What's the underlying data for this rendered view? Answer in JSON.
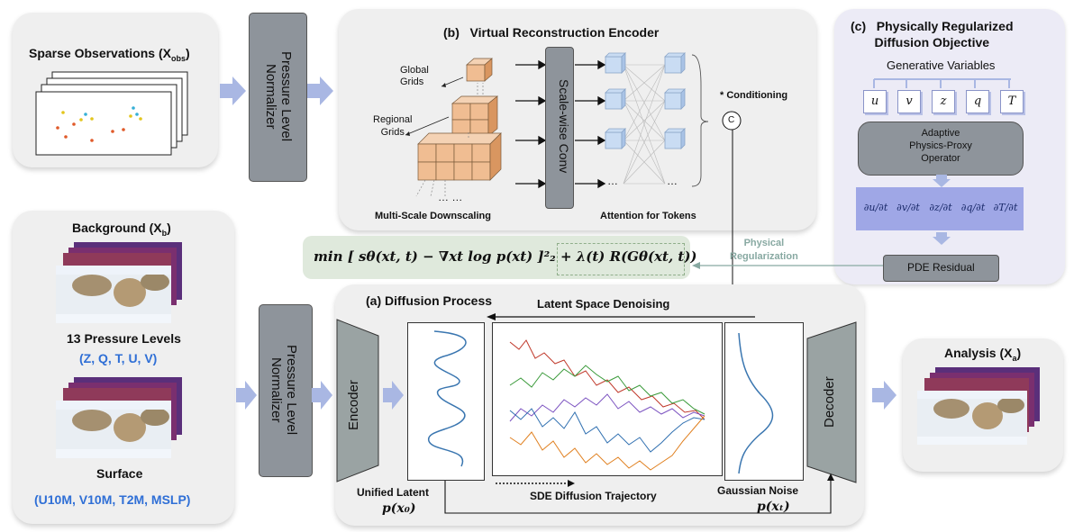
{
  "sparse": {
    "title": "Sparse Observations (X",
    "sub": "obs",
    "close": ")"
  },
  "normalizer": {
    "label": "Pressure Level Normalizer"
  },
  "background": {
    "title": "Background (X",
    "sub": "b",
    "close": ")",
    "levels": "13 Pressure Levels",
    "level_vars": "(Z, Q, T, U, V)",
    "surface": "Surface",
    "surface_vars": "(U10M, V10M, T2M, MSLP)"
  },
  "encoder_b": {
    "title": "(b)   Virtual Reconstruction Encoder",
    "global": "Global\nGrids",
    "regional": "Regional\nGrids",
    "dots": "… …",
    "downscale": "Multi-Scale Downscaling",
    "conv": "Scale-wise  Conv",
    "attention": "Attention for Tokens",
    "conditioning": "* Conditioning",
    "c": "C"
  },
  "physics_c": {
    "title": "(c)   Physically Regularized\nDiffusion Objective",
    "gen_vars": "Generative Variables",
    "vars": [
      "u",
      "v",
      "z",
      "q",
      "T"
    ],
    "operator": "Adaptive\nPhysics-Proxy\nOperator",
    "derivs": [
      "∂u/∂t",
      "∂v/∂t",
      "∂z/∂t",
      "∂q/∂t",
      "∂T/∂t"
    ],
    "pde": "PDE Residual"
  },
  "objective": {
    "formula": "min [ sθ(xt, t) − ∇xt log p(xt) ]²₂ + λ(t) R(Gθ(xt, t))",
    "phys_reg": "Physical\nRegularization"
  },
  "diffusion_a": {
    "title": "(a) Diffusion Process",
    "denoising": "Latent Space Denoising",
    "encoder": "Encoder",
    "decoder": "Decoder",
    "unified": "Unified Latent",
    "px0": "p(x₀)",
    "trajectory": "SDE Diffusion Trajectory",
    "gaussian": "Gaussian Noise",
    "pxt": "p(xₜ)"
  },
  "analysis": {
    "title": "Analysis (X",
    "sub": "a",
    "close": ")"
  },
  "colors": {
    "arrow": "#a9b7e3",
    "blue_text": "#2f6fd6",
    "deriv_bg": "#9fa7e6",
    "green_panel": "#dfe9dc",
    "gray_box": "#8e949b"
  }
}
